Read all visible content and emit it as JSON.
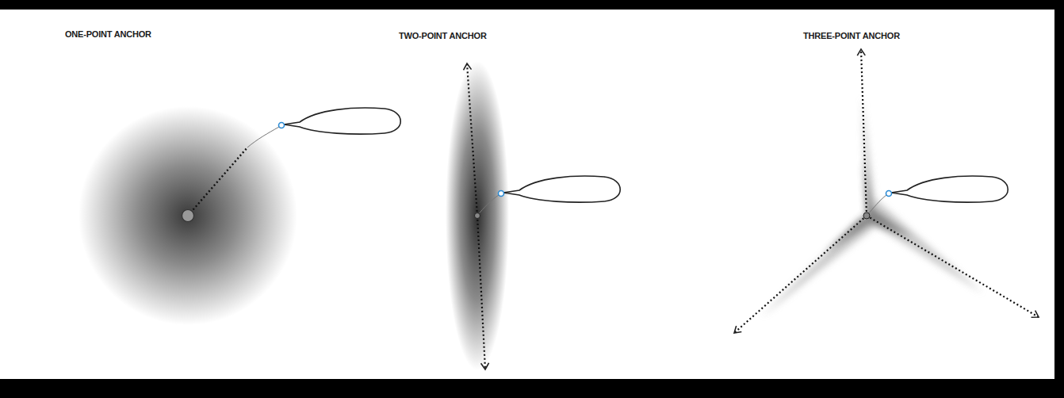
{
  "diagram": {
    "labels": [
      "ONE-POINT ANCHOR",
      "TWO-POINT ANCHOR",
      "THREE-POINT ANCHOR"
    ]
  }
}
